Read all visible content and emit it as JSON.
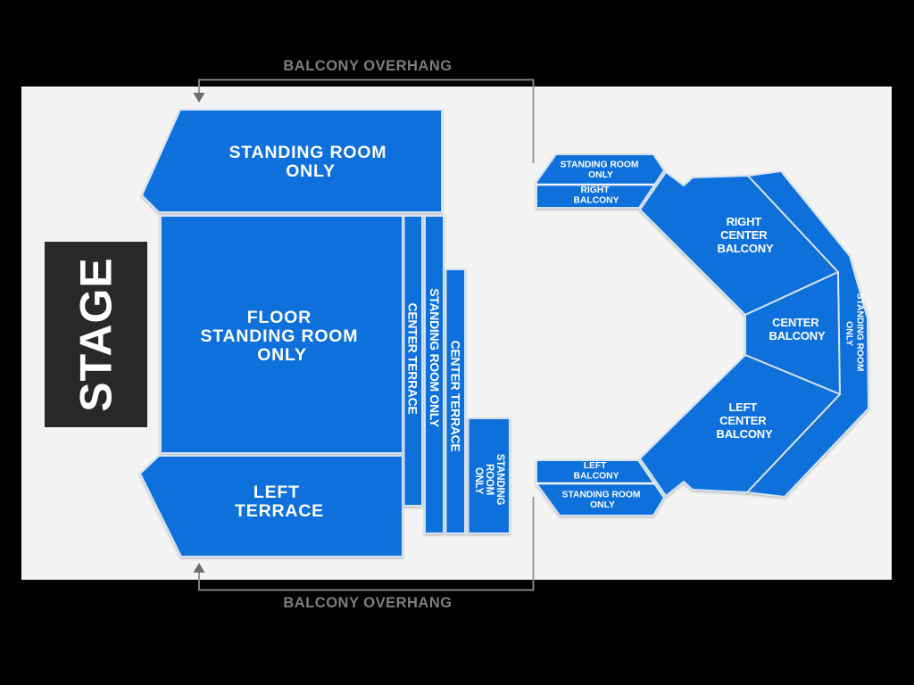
{
  "colors": {
    "background": "#000000",
    "panel": "#f4f4f5",
    "section": "#0a6fdb",
    "section_stroke": "#d4e2f4",
    "divider": "#f2f6fc",
    "stage_fill": "#282828",
    "stage_text": "#ffffff",
    "label": "#ffffff",
    "overhang": "#7d7d7d",
    "bracket": "#8f8f8f",
    "arrow": "#6e6e6e"
  },
  "stage": {
    "label": "STAGE"
  },
  "overhang": {
    "top": "BALCONY OVERHANG",
    "bottom": "BALCONY OVERHANG"
  },
  "sections": {
    "top_sro": {
      "lines": [
        "STANDING ROOM",
        "ONLY"
      ]
    },
    "floor": {
      "lines": [
        "FLOOR",
        "STANDING ROOM",
        "ONLY"
      ]
    },
    "left_terrace": {
      "lines": [
        "LEFT",
        "TERRACE"
      ]
    },
    "center_terrace_1": {
      "label": "CENTER TERRACE"
    },
    "sro_strip_1": {
      "label": "STANDING ROOM ONLY"
    },
    "center_terrace_2": {
      "label": "CENTER TERRACE"
    },
    "sro_block": {
      "lines": [
        "STANDING",
        "ROOM",
        "ONLY"
      ]
    },
    "right_balcony_sro": {
      "lines": [
        "STANDING ROOM",
        "ONLY"
      ]
    },
    "right_balcony": {
      "lines": [
        "RIGHT",
        "BALCONY"
      ]
    },
    "right_center_balcony": {
      "lines": [
        "RIGHT",
        "CENTER",
        "BALCONY"
      ]
    },
    "center_balcony": {
      "lines": [
        "CENTER",
        "BALCONY"
      ]
    },
    "balcony_sro_strip": {
      "lines": [
        "STANDING ROOM",
        "ONLY"
      ]
    },
    "left_center_balcony": {
      "lines": [
        "LEFT",
        "CENTER",
        "BALCONY"
      ]
    },
    "left_balcony": {
      "lines": [
        "LEFT",
        "BALCONY"
      ]
    },
    "left_balcony_sro": {
      "lines": [
        "STANDING ROOM",
        "ONLY"
      ]
    }
  }
}
